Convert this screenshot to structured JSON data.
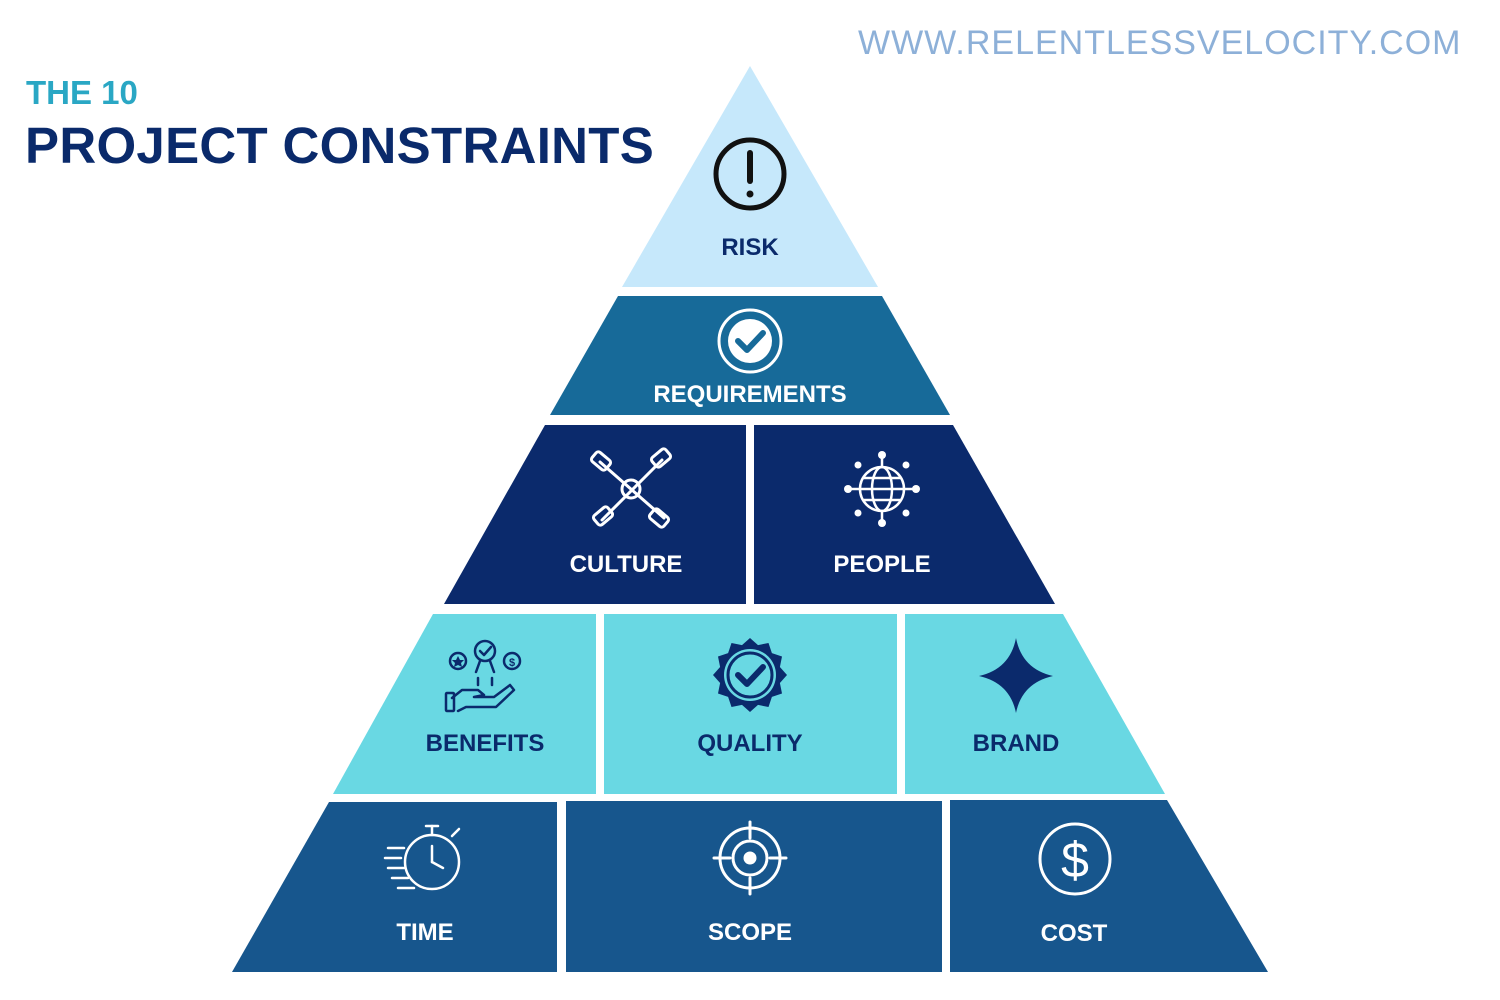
{
  "header": {
    "kicker": "THE 10",
    "title": "PROJECT CONSTRAINTS",
    "url": "WWW.RELENTLESSVELOCITY.COM"
  },
  "colors": {
    "url": "#8db0d8",
    "kicker": "#2aa7c4",
    "title": "#0a2a6b",
    "tier_top": "#c6e8fb",
    "tier_2": "#176a99",
    "tier_3": "#0b2a6c",
    "tier_4": "#69d8e3",
    "tier_base": "#17568d"
  },
  "constraints": {
    "risk": {
      "label": "RISK",
      "icon": "exclamation-circle-icon"
    },
    "requirements": {
      "label": "REQUIREMENTS",
      "icon": "check-circle-icon"
    },
    "culture": {
      "label": "CULTURE",
      "icon": "joined-hands-icon"
    },
    "people": {
      "label": "PEOPLE",
      "icon": "network-globe-icon"
    },
    "benefits": {
      "label": "BENEFITS",
      "icon": "hand-rewards-icon"
    },
    "quality": {
      "label": "QUALITY",
      "icon": "badge-check-icon"
    },
    "brand": {
      "label": "BRAND",
      "icon": "sparkle-star-icon"
    },
    "time": {
      "label": "TIME",
      "icon": "stopwatch-icon"
    },
    "scope": {
      "label": "SCOPE",
      "icon": "target-icon"
    },
    "cost": {
      "label": "COST",
      "icon": "dollar-circle-icon"
    }
  }
}
